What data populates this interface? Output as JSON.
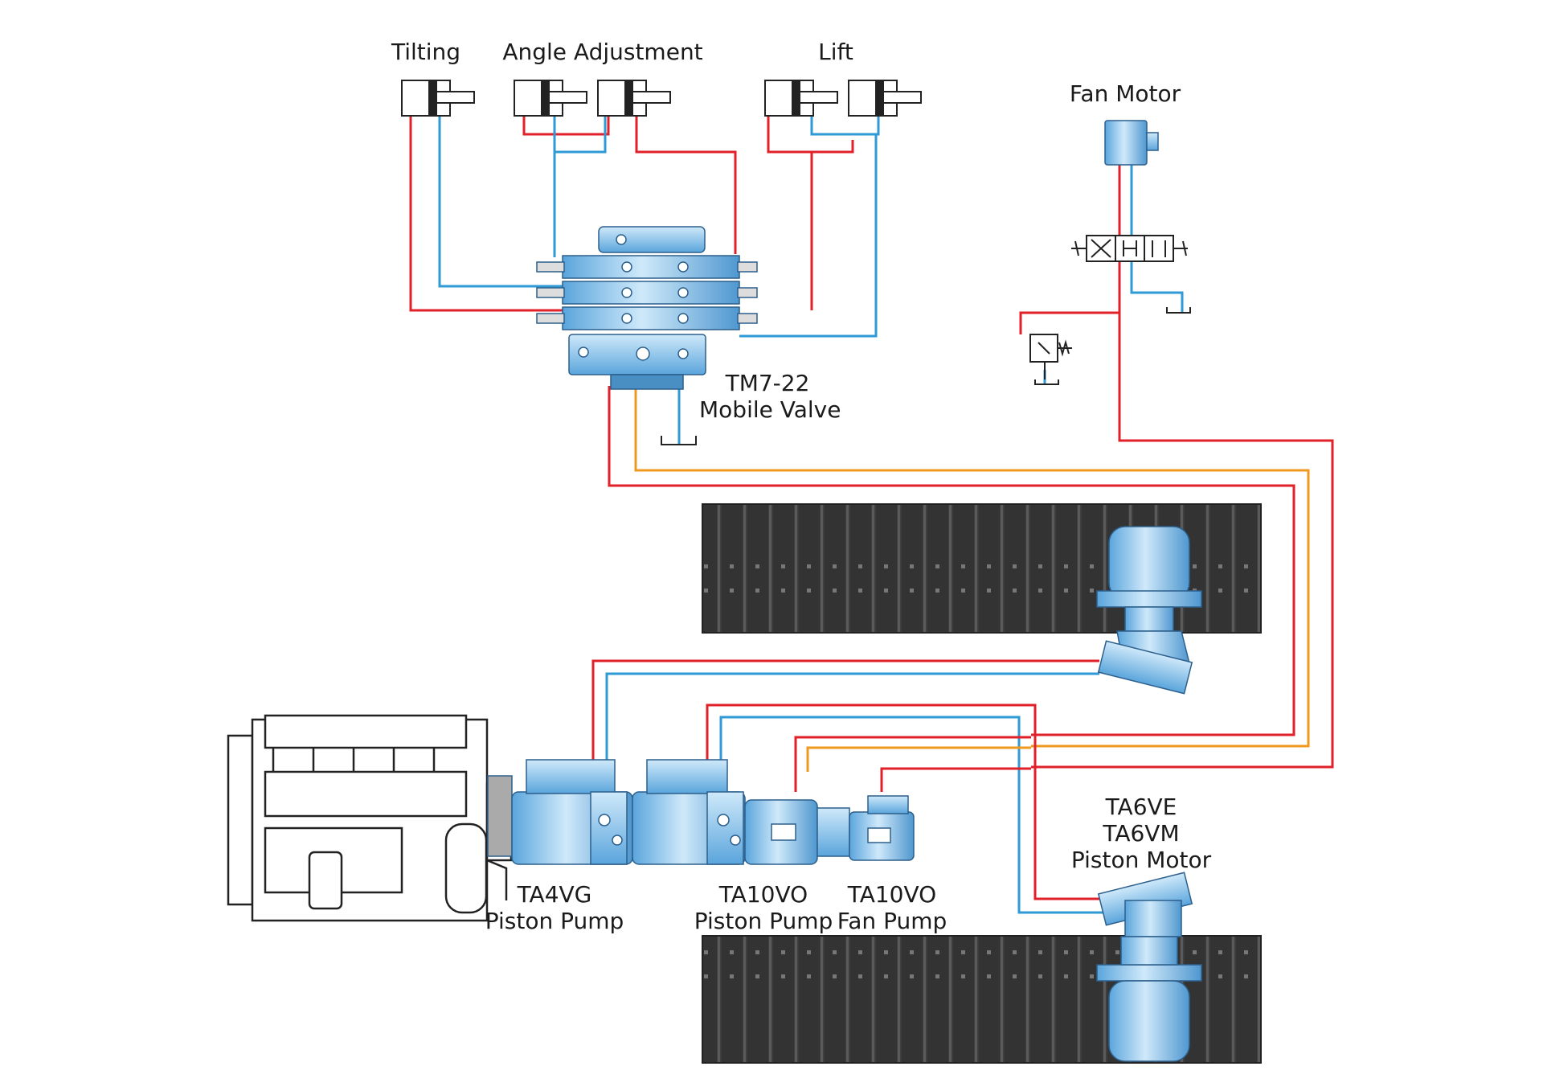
{
  "labels": {
    "tilting": "Tilting",
    "angle_adjustment": "Angle Adjustment",
    "lift": "Lift",
    "fan_motor": "Fan Motor",
    "valve_model": "TM7-22",
    "valve_name": "Mobile Valve",
    "motor_model_1": "TA6VE",
    "motor_model_2": "TA6VM",
    "motor_name": "Piston Motor",
    "pump1_model": "TA4VG",
    "pump1_name": "Piston Pump",
    "pump2_model": "TA10VO",
    "pump2_name": "Piston Pump",
    "pump3_model": "TA10VO",
    "pump3_name": "Fan Pump"
  },
  "colors": {
    "pressure_line": "#e2202a",
    "return_line": "#2e9ad6",
    "pilot_line": "#ef9a1e",
    "component_blue": "#8ec7ec",
    "component_dark": "#2c6fa8",
    "track_fill": "#3d3d3d",
    "outline": "#222222"
  }
}
